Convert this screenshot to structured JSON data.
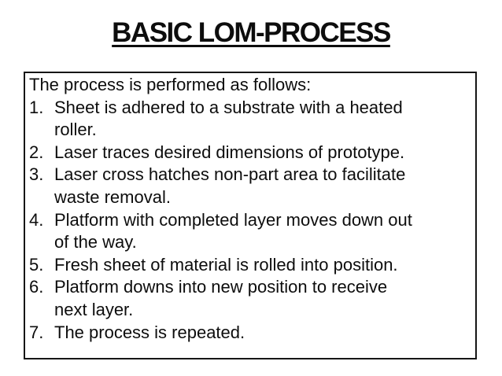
{
  "title": "BASIC LOM-PROCESS",
  "box": {
    "intro": "The process is performed as follows:",
    "items": [
      {
        "number": "1.",
        "text": "Sheet is adhered to a substrate with a heated\nroller."
      },
      {
        "number": "2.",
        "text": "Laser traces desired dimensions of prototype."
      },
      {
        "number": "3.",
        "text": "Laser cross hatches non-part area to facilitate\nwaste removal."
      },
      {
        "number": "4.",
        "text": "Platform with completed layer moves down out\nof the way."
      },
      {
        "number": "5.",
        "text": "Fresh sheet of material is rolled into position."
      },
      {
        "number": "6.",
        "text": "Platform downs into new position to receive\nnext layer."
      },
      {
        "number": "7.",
        "text": "The process is repeated."
      }
    ]
  },
  "colors": {
    "background": "#ffffff",
    "text": "#0d0d0d",
    "border": "#161616"
  }
}
